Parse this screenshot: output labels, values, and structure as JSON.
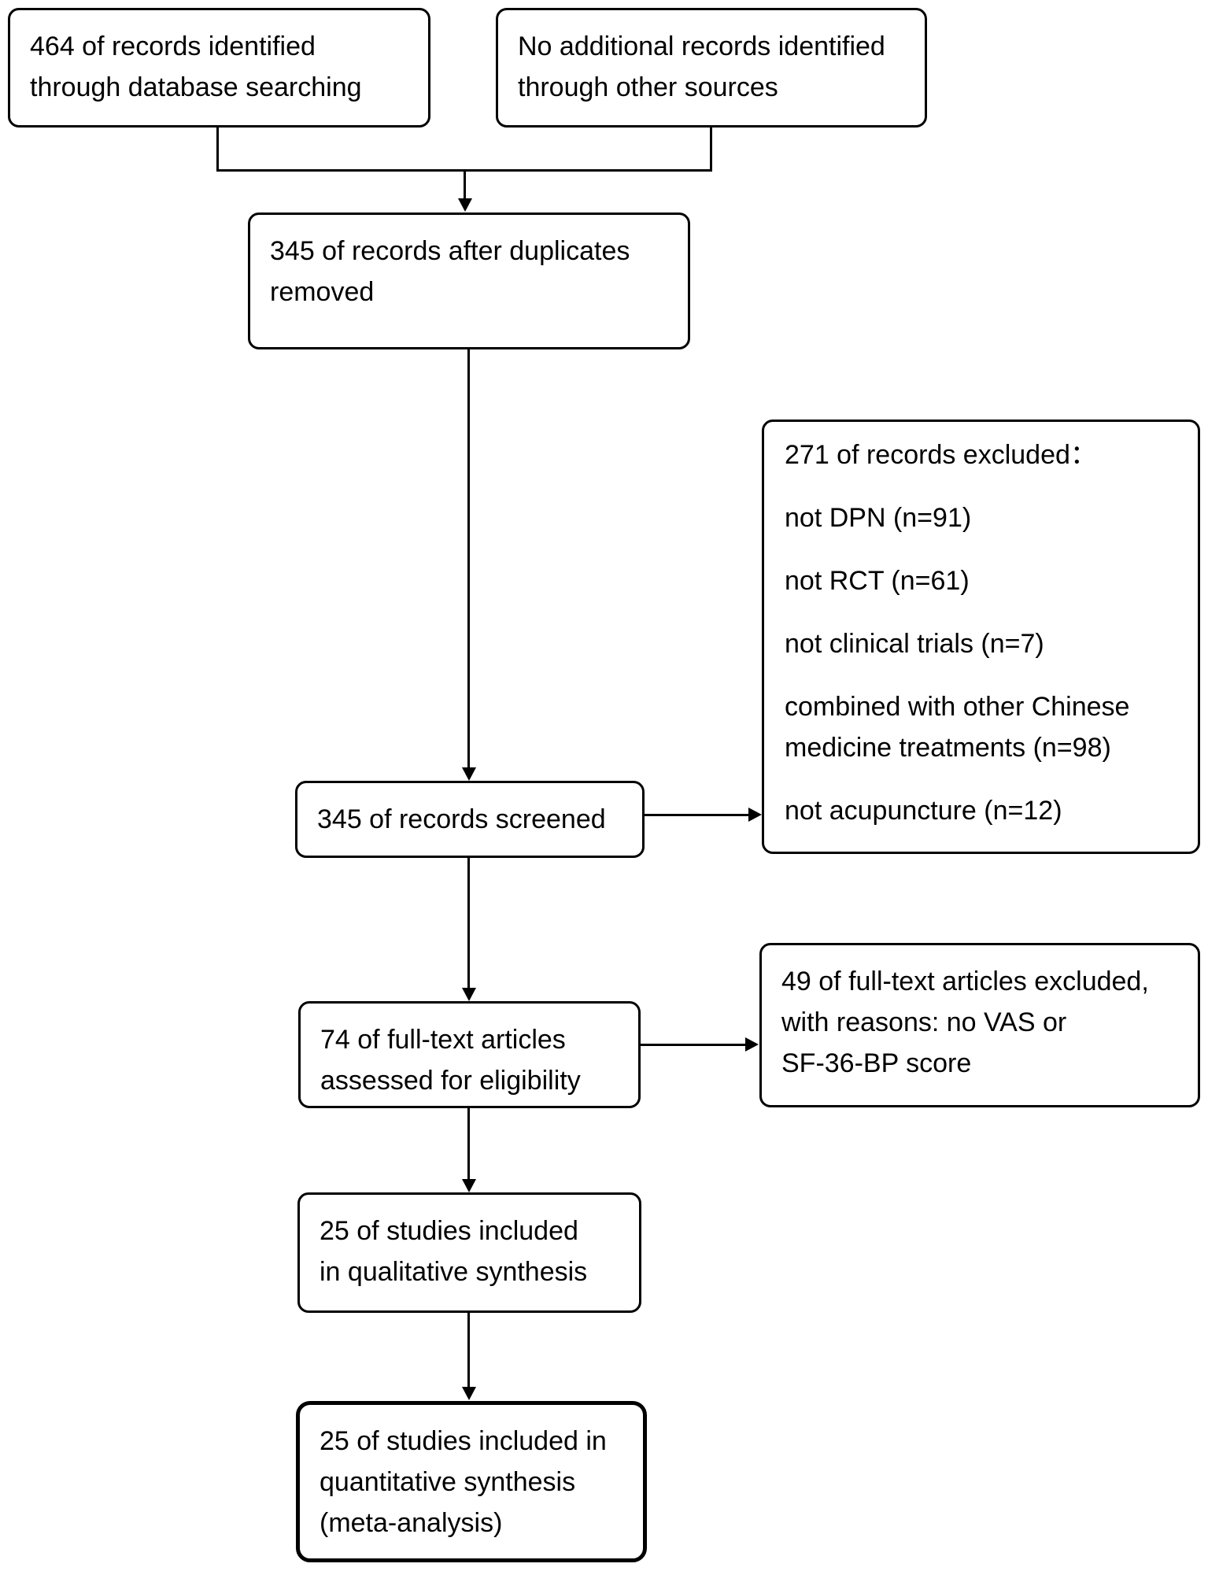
{
  "canvas": {
    "background_color": "#ffffff",
    "stroke_color": "#000000",
    "text_color": "#000000"
  },
  "flowchart": {
    "nodes": {
      "identified_database": {
        "lines": [
          "464 of records identified",
          "through database searching"
        ]
      },
      "identified_other": {
        "lines": [
          "No additional records identified",
          "through other sources"
        ]
      },
      "after_duplicates": {
        "lines": [
          "345 of records after duplicates",
          "removed"
        ]
      },
      "records_excluded": {
        "lines": [
          "271 of records excluded：",
          "not DPN (n=91)",
          "not RCT (n=61)",
          "not clinical trials (n=7)",
          "combined with other Chinese",
          "medicine treatments (n=98)",
          "not acupuncture (n=12)"
        ]
      },
      "screened": {
        "lines": [
          "345 of records screened"
        ]
      },
      "fulltext_assessed": {
        "lines": [
          "74 of full-text articles",
          "assessed for eligibility"
        ]
      },
      "fulltext_excluded": {
        "lines": [
          "49 of full-text articles excluded,",
          "with reasons: no VAS or",
          "SF-36-BP score"
        ]
      },
      "qualitative_synthesis": {
        "lines": [
          "25 of studies included",
          "in qualitative synthesis"
        ]
      },
      "quantitative_synthesis": {
        "lines": [
          "25 of studies included in",
          "quantitative synthesis",
          "(meta-analysis)"
        ]
      }
    }
  }
}
